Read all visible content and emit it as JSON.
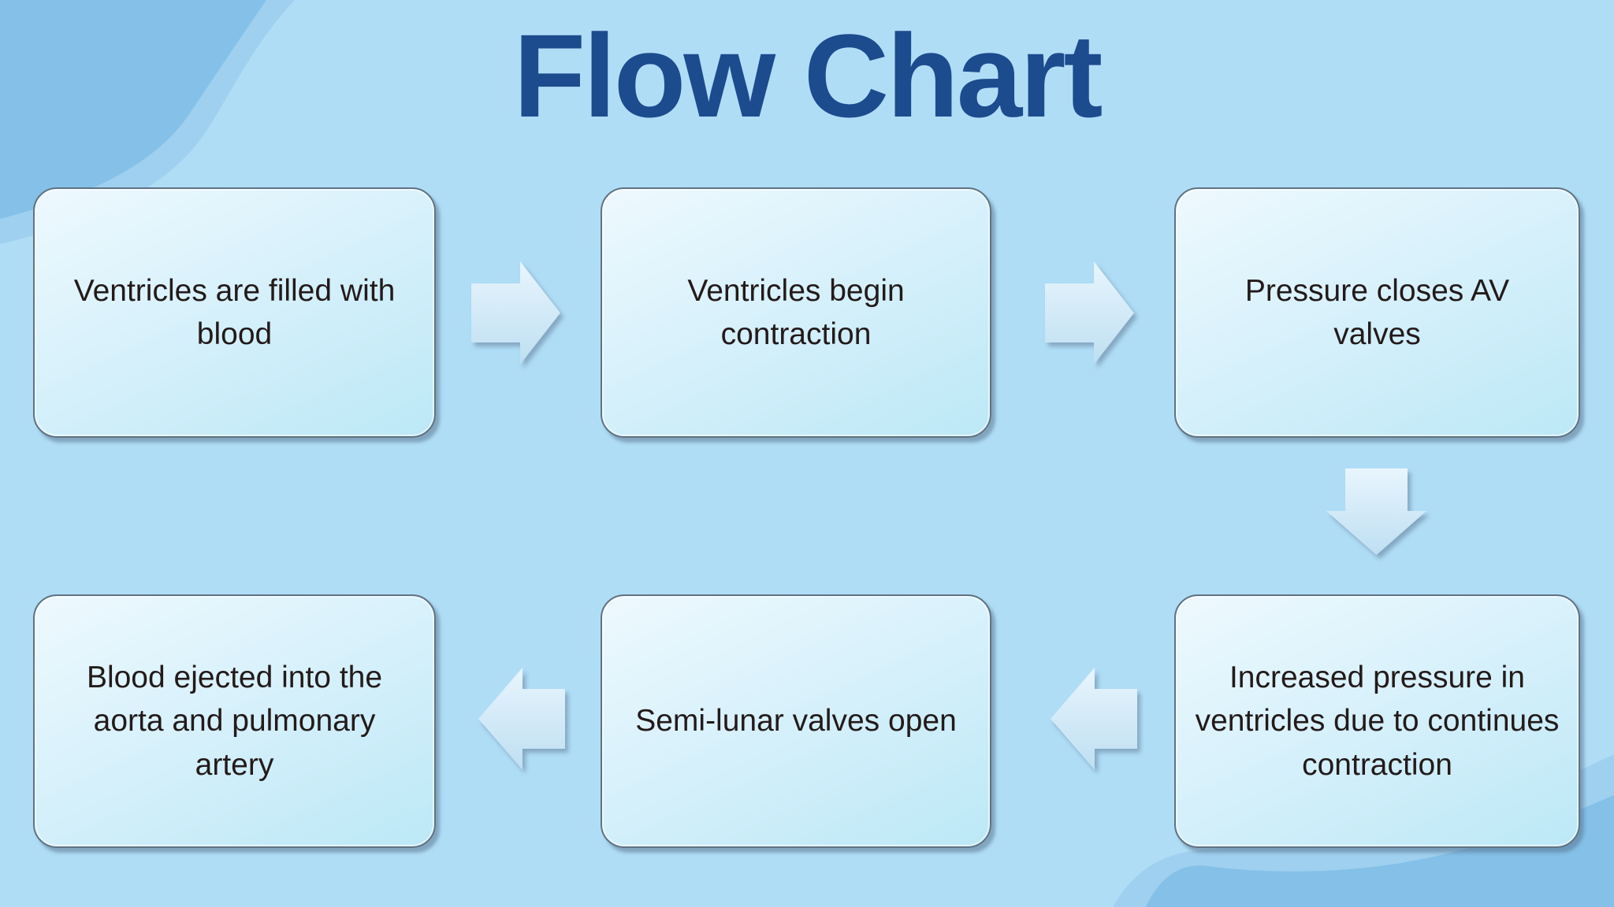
{
  "slide": {
    "title": "Flow Chart"
  },
  "flowchart": {
    "nodes": [
      {
        "id": 1,
        "label": "Ventricles are filled with blood",
        "row": "top",
        "order": 1
      },
      {
        "id": 2,
        "label": "Ventricles begin contraction",
        "row": "top",
        "order": 2
      },
      {
        "id": 3,
        "label": "Pressure closes AV valves",
        "row": "top",
        "order": 3
      },
      {
        "id": 4,
        "label": "Increased pressure in ventricles due to continues contraction",
        "row": "bottom",
        "order": 4
      },
      {
        "id": 5,
        "label": "Semi-lunar valves open",
        "row": "bottom",
        "order": 5
      },
      {
        "id": 6,
        "label": "Blood ejected into the aorta and pulmonary artery",
        "row": "bottom",
        "order": 6
      }
    ],
    "edges": [
      {
        "from": 1,
        "to": 2,
        "direction": "right"
      },
      {
        "from": 2,
        "to": 3,
        "direction": "right"
      },
      {
        "from": 3,
        "to": 4,
        "direction": "down"
      },
      {
        "from": 4,
        "to": 5,
        "direction": "left"
      },
      {
        "from": 5,
        "to": 6,
        "direction": "left"
      }
    ]
  },
  "colors": {
    "background": "#b0ddf6",
    "wave_dark": "#84c0e8",
    "wave_light": "#9fd0ef",
    "title_text": "#1c4b8e",
    "node_fill_top": "#eef9fe",
    "node_fill_bottom": "#bce8f6",
    "node_border": "#5f7383",
    "node_text": "#231a1a",
    "arrow_fill_top": "#e8f5fd",
    "arrow_fill_bottom": "#bedff2"
  }
}
